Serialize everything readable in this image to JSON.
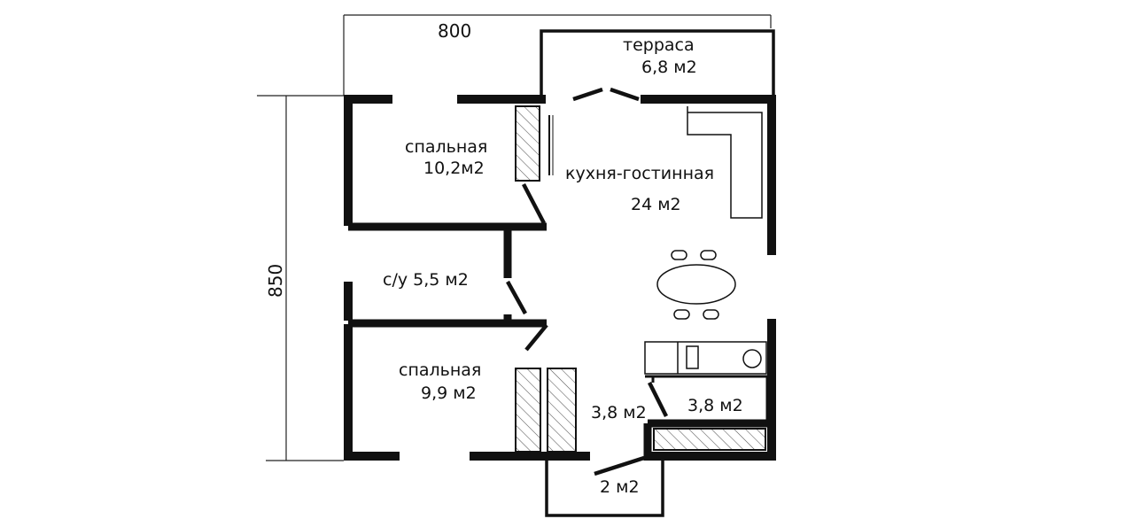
{
  "dimensions": {
    "width": "800",
    "height": "850"
  },
  "rooms": {
    "terrace": {
      "name": "терраса",
      "area": "6,8 м2"
    },
    "bedroom1": {
      "name": "спальная",
      "area": "10,2м2"
    },
    "kitchen": {
      "name": "кухня-гостинная",
      "area": "24 м2"
    },
    "bathroom": {
      "label": "с/у 5,5 м2"
    },
    "bedroom2": {
      "name": "спальная",
      "area": "9,9 м2"
    },
    "storage1": {
      "area": "3,8 м2"
    },
    "storage2": {
      "area": "3,8 м2"
    },
    "porch": {
      "area": "2 м2"
    }
  }
}
